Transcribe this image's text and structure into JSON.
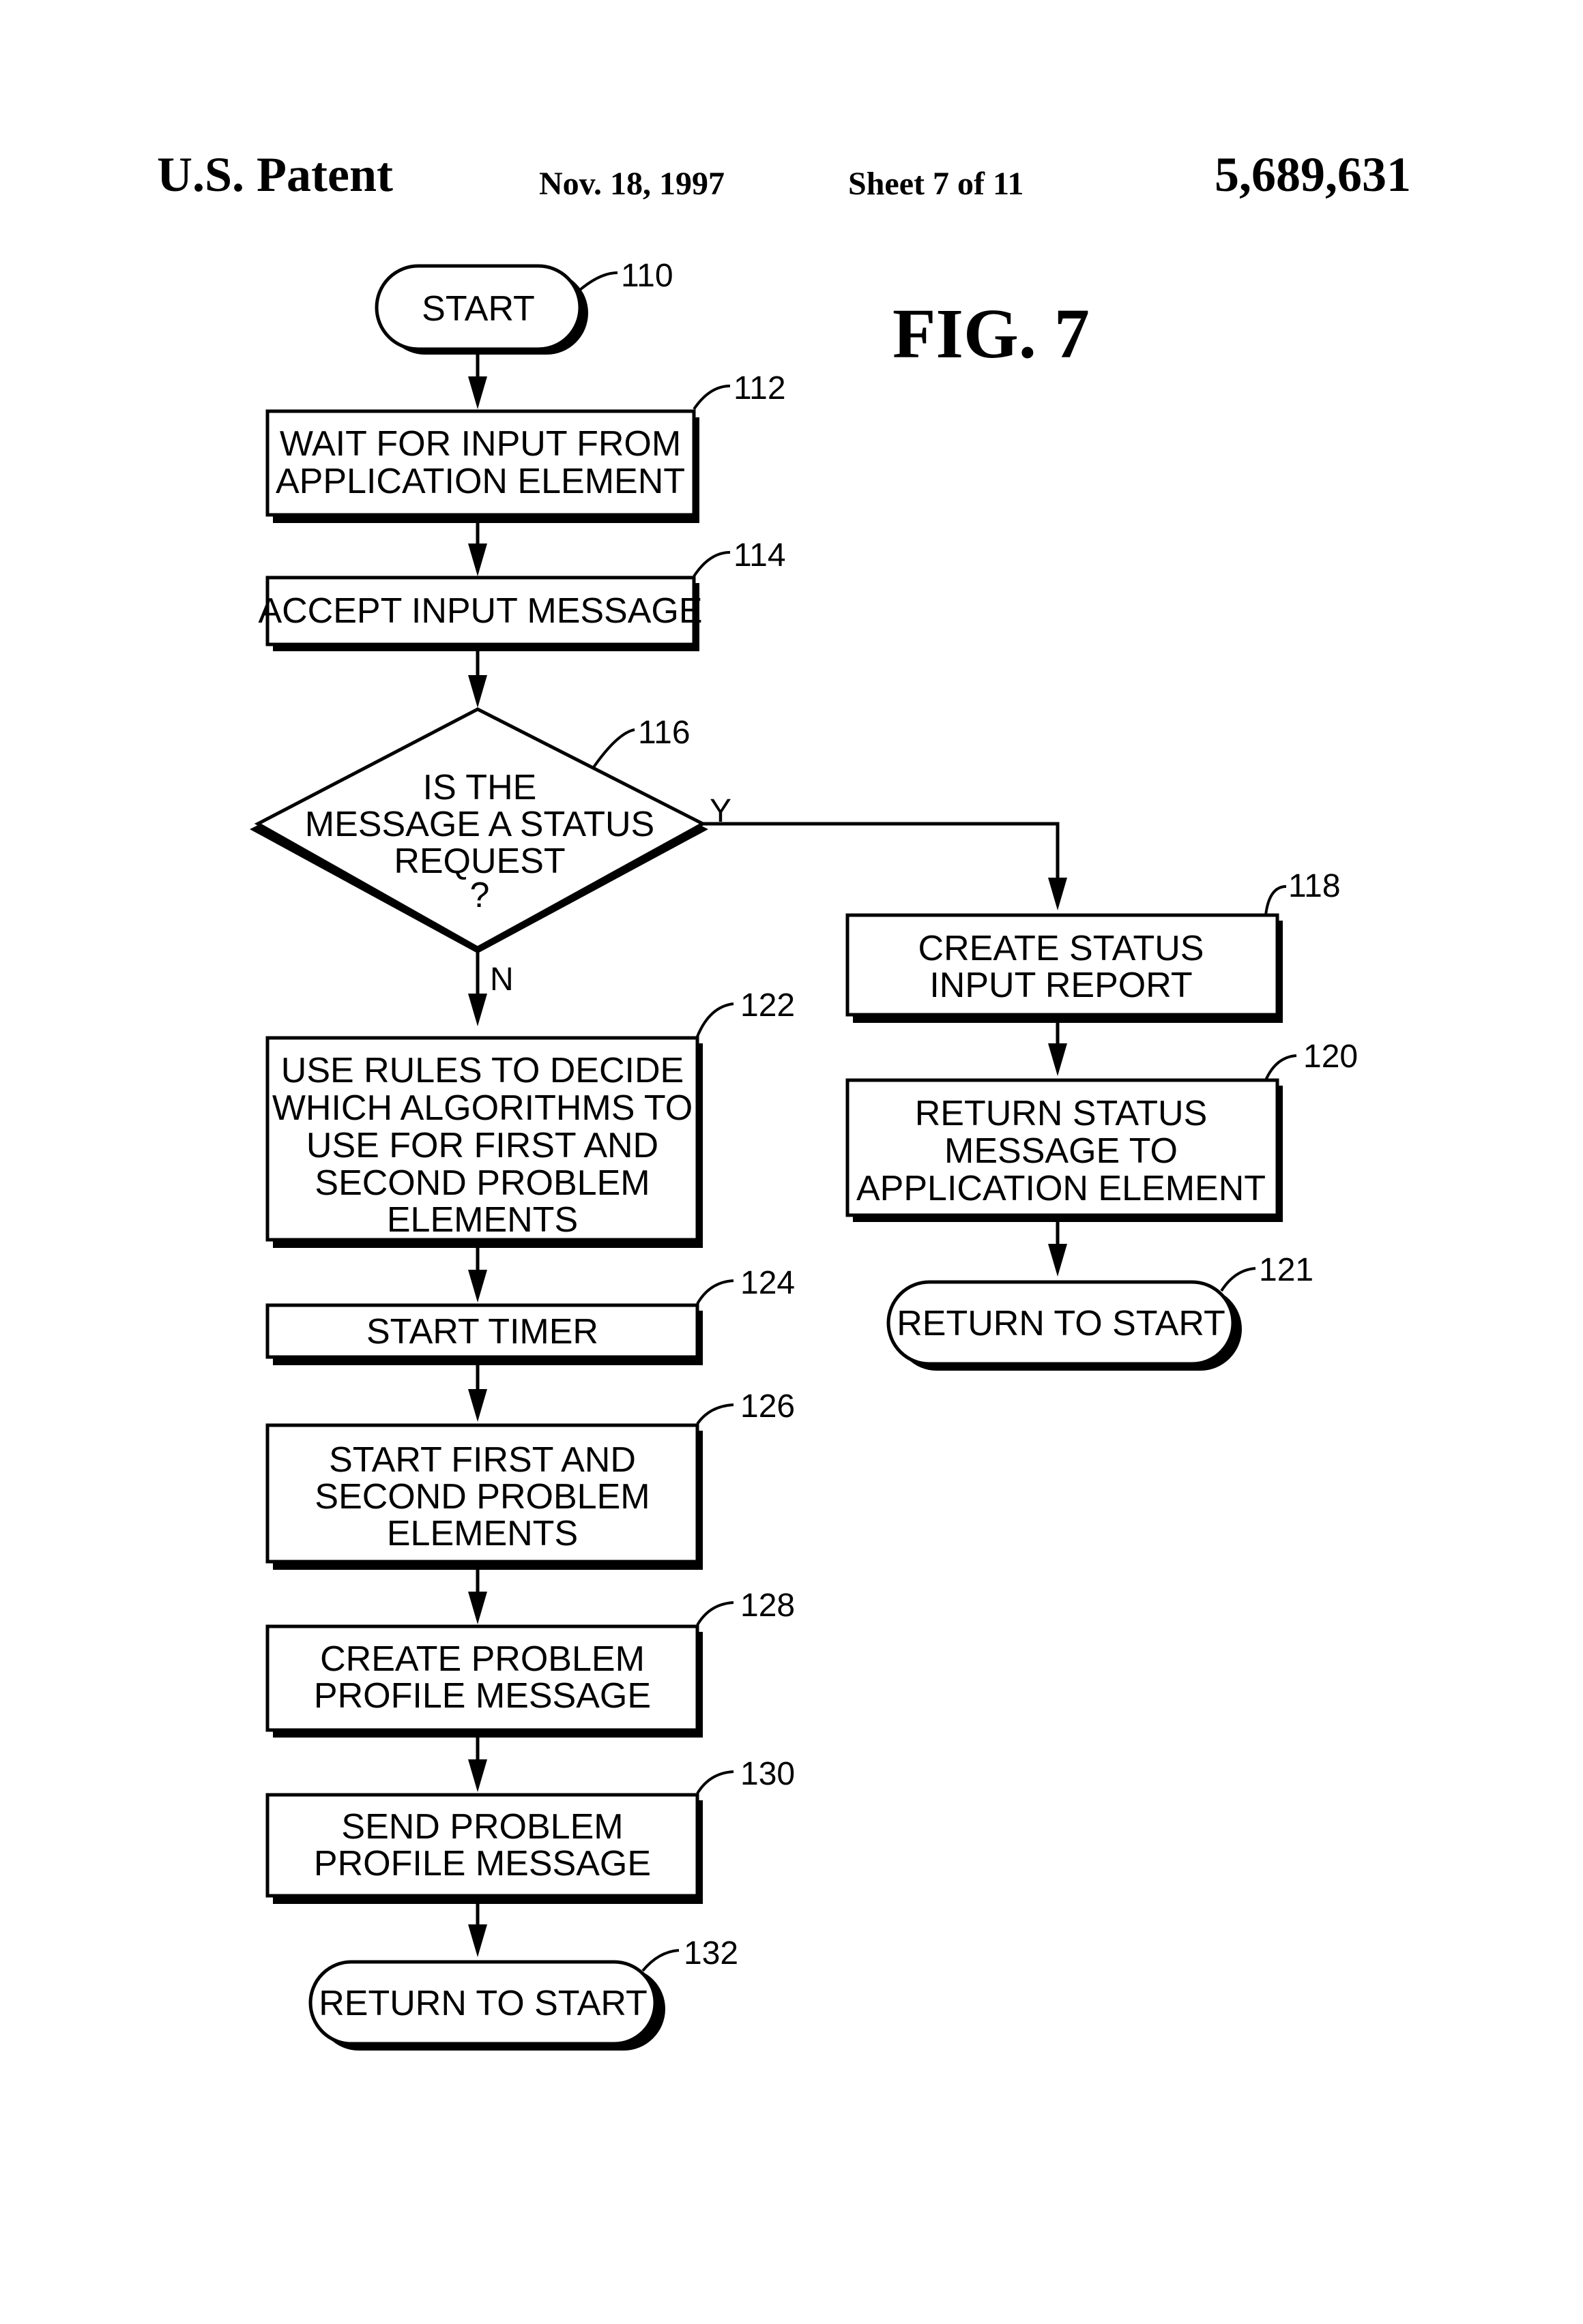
{
  "header": {
    "title": "U.S. Patent",
    "date": "Nov. 18, 1997",
    "sheet": "Sheet 7 of 11",
    "patent_number": "5,689,631"
  },
  "figure": {
    "label": "FIG. 7"
  },
  "nodes": {
    "n110": {
      "ref": "110",
      "lines": [
        "START"
      ]
    },
    "n112": {
      "ref": "112",
      "lines": [
        "WAIT FOR INPUT FROM",
        "APPLICATION ELEMENT"
      ]
    },
    "n114": {
      "ref": "114",
      "lines": [
        "ACCEPT INPUT MESSAGE"
      ]
    },
    "n116": {
      "ref": "116",
      "lines": [
        "IS THE",
        "MESSAGE A STATUS",
        "REQUEST",
        "?"
      ]
    },
    "n118": {
      "ref": "118",
      "lines": [
        "CREATE STATUS",
        "INPUT REPORT"
      ]
    },
    "n120": {
      "ref": "120",
      "lines": [
        "RETURN STATUS",
        "MESSAGE TO",
        "APPLICATION ELEMENT"
      ]
    },
    "n121": {
      "ref": "121",
      "lines": [
        "RETURN TO START"
      ]
    },
    "n122": {
      "ref": "122",
      "lines": [
        "USE RULES TO DECIDE",
        "WHICH ALGORITHMS TO",
        "USE FOR FIRST AND",
        "SECOND PROBLEM",
        "ELEMENTS"
      ]
    },
    "n124": {
      "ref": "124",
      "lines": [
        "START TIMER"
      ]
    },
    "n126": {
      "ref": "126",
      "lines": [
        "START FIRST AND",
        "SECOND PROBLEM",
        "ELEMENTS"
      ]
    },
    "n128": {
      "ref": "128",
      "lines": [
        "CREATE PROBLEM",
        "PROFILE MESSAGE"
      ]
    },
    "n130": {
      "ref": "130",
      "lines": [
        "SEND PROBLEM",
        "PROFILE MESSAGE"
      ]
    },
    "n132": {
      "ref": "132",
      "lines": [
        "RETURN TO START"
      ]
    }
  },
  "branches": {
    "yes": "Y",
    "no": "N"
  }
}
